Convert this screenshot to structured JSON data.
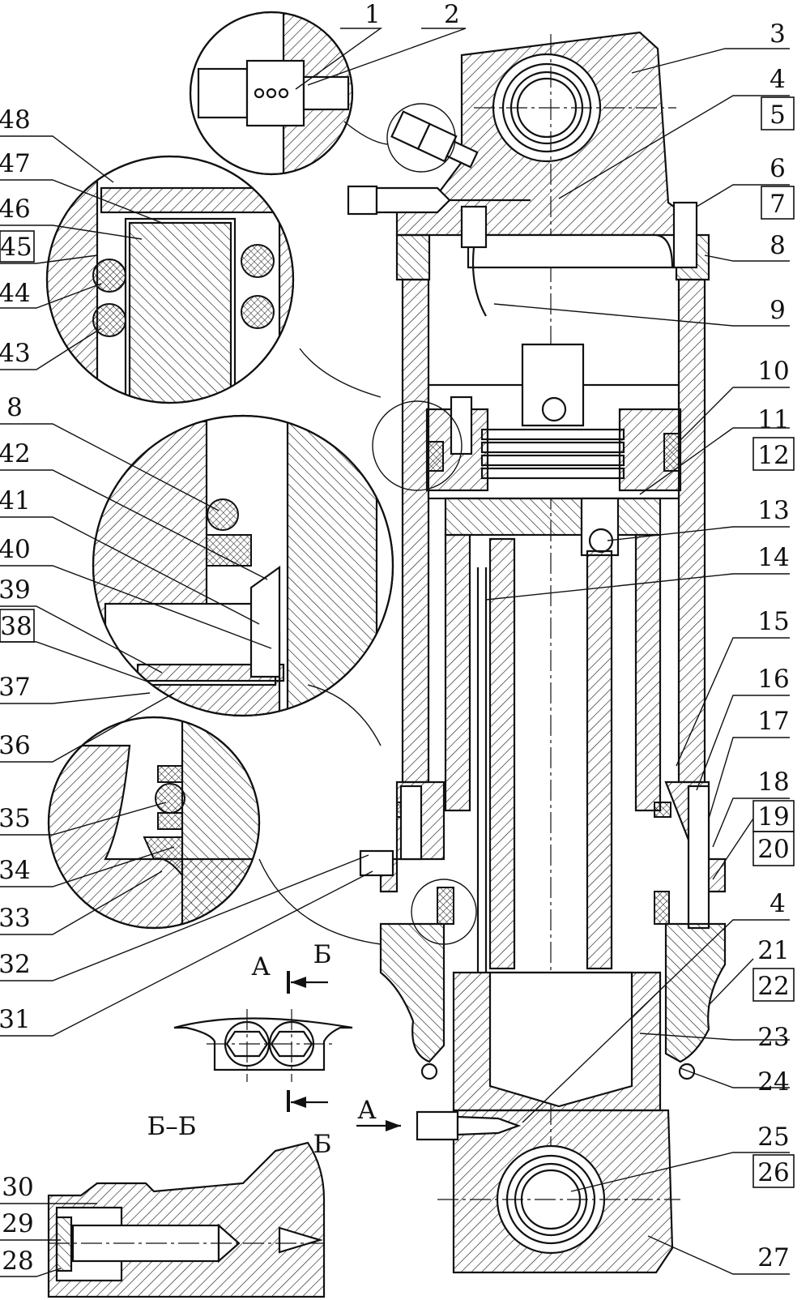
{
  "labels": {
    "left": [
      "48",
      "47",
      "46",
      "45",
      "44",
      "43",
      "8",
      "42",
      "41",
      "40",
      "39",
      "38",
      "37",
      "36",
      "35",
      "34",
      "33",
      "32",
      "31",
      "30",
      "29",
      "28"
    ],
    "right": [
      "3",
      "4",
      "5",
      "6",
      "7",
      "8",
      "9",
      "10",
      "11",
      "12",
      "13",
      "14",
      "15",
      "16",
      "17",
      "18",
      "19",
      "20",
      "4",
      "21",
      "22",
      "23",
      "24",
      "25",
      "26",
      "27"
    ],
    "top": [
      "1",
      "2"
    ]
  },
  "view_labels": {
    "view_a": "А",
    "arrow_a": "А",
    "section_mark_top": "Б",
    "section_mark_bottom": "Б",
    "section_title": "Б–Б"
  }
}
